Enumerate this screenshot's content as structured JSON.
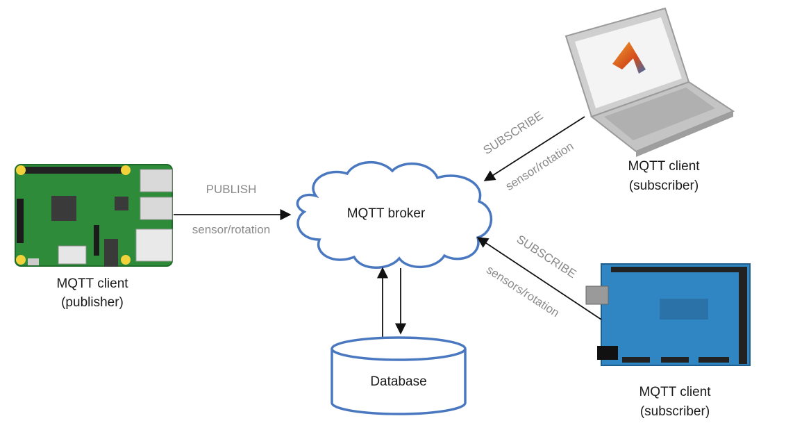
{
  "broker": {
    "label": "MQTT broker"
  },
  "database": {
    "label": "Database"
  },
  "publisher": {
    "line1": "MQTT client",
    "line2": "(publisher)",
    "action": "PUBLISH",
    "topic": "sensor/rotation"
  },
  "laptop_subscriber": {
    "line1": "MQTT client",
    "line2": "(subscriber)",
    "action": "SUBSCRIBE",
    "topic": "sensor/rotation"
  },
  "arduino_subscriber": {
    "line1": "MQTT client",
    "line2": "(subscriber)",
    "action": "SUBSCRIBE",
    "topic": "sensors/rotation"
  },
  "colors": {
    "outline_blue": "#4a78c0",
    "pcb_green": "#2e8b3a",
    "arduino_blue": "#2f86c2",
    "laptop_gray": "#c8c8c8",
    "label_gray": "#8a8a8a"
  },
  "icons": [
    "raspberry-pi-icon",
    "laptop-icon",
    "matlab-logo-icon",
    "arduino-board-icon",
    "cloud-icon",
    "database-cylinder-icon"
  ]
}
